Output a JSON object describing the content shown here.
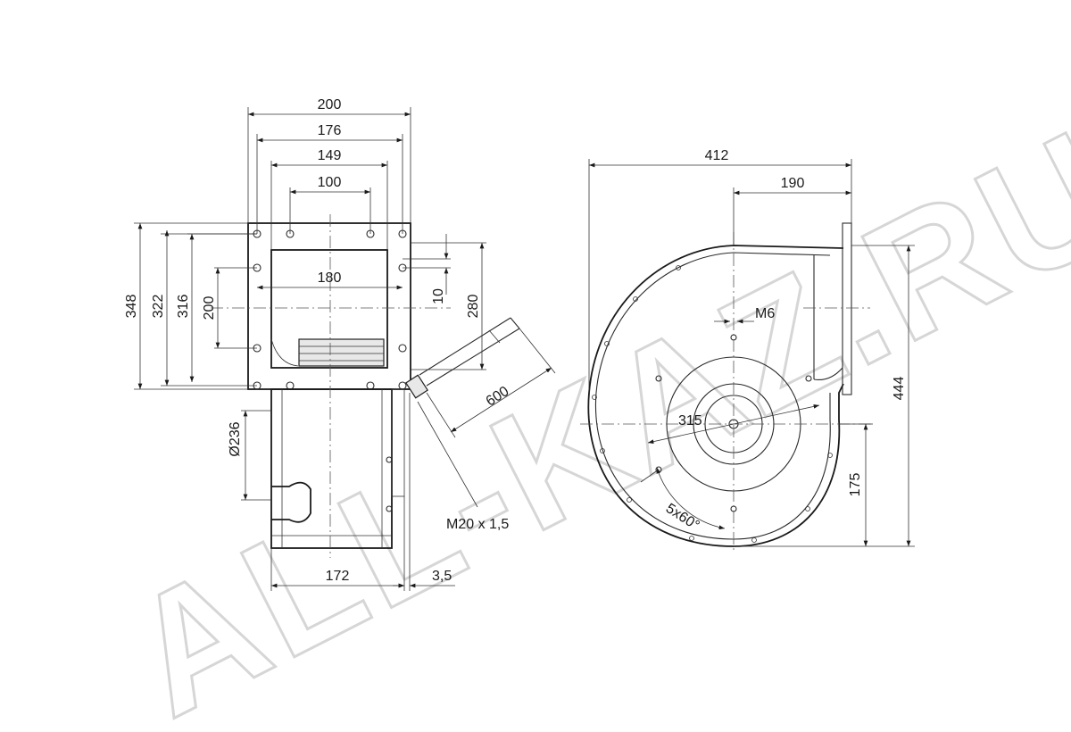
{
  "watermark": "ALL-KAZ.RU",
  "front_view": {
    "dims": {
      "w200": "200",
      "w176": "176",
      "w149": "149",
      "w100": "100",
      "h348": "348",
      "h322": "322",
      "h316": "316",
      "h200": "200",
      "w180": "180",
      "d10": "10",
      "d280": "280",
      "cable": "600",
      "dia236": "Ø236",
      "w172": "172",
      "d35": "3,5",
      "thread": "M20 x 1,5"
    }
  },
  "side_view": {
    "dims": {
      "w412": "412",
      "w190": "190",
      "bolt": "M6",
      "dia315": "315",
      "h444": "444",
      "h175": "175",
      "holes": "5x60°"
    }
  }
}
